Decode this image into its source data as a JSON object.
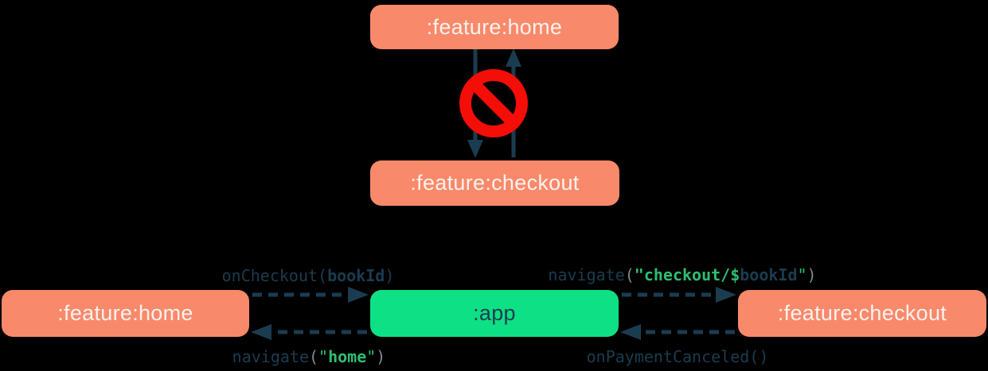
{
  "colors": {
    "background": "#000000",
    "node_salmon": "#F9896B",
    "node_green": "#0DE085",
    "navy": "#1B3C50",
    "code_green": "#2EBE71",
    "code_gray": "#82898C",
    "node_text_light": "#FCF2EC",
    "prohibit_red": "#F50D08"
  },
  "top_diagram": {
    "description": "forbidden direct dependency between feature modules",
    "icon": "no-entry",
    "nodes": [
      {
        "id": "feature-home",
        "label": ":feature:home"
      },
      {
        "id": "feature-checkout",
        "label": ":feature:checkout"
      }
    ],
    "edges": [
      {
        "from": "feature-home",
        "to": "feature-checkout",
        "style": "solid",
        "blocked": true
      },
      {
        "from": "feature-checkout",
        "to": "feature-home",
        "style": "solid",
        "blocked": true
      }
    ]
  },
  "bottom_diagram": {
    "description": "communication between feature modules through the app module",
    "nodes": [
      {
        "id": "feature-home",
        "label": ":feature:home"
      },
      {
        "id": "app",
        "label": ":app"
      },
      {
        "id": "feature-checkout",
        "label": ":feature:checkout"
      }
    ],
    "edges": [
      {
        "id": "home-to-app",
        "from": "feature-home",
        "to": "app",
        "style": "dashed",
        "label": "onCheckout(bookId)",
        "parts": [
          {
            "t": "onCheckout(",
            "c": "navy"
          },
          {
            "t": "bookId",
            "c": "navy",
            "b": true
          },
          {
            "t": ")",
            "c": "navy"
          }
        ]
      },
      {
        "id": "app-to-home",
        "from": "app",
        "to": "feature-home",
        "style": "dashed",
        "label": "navigate(\"home\")",
        "parts": [
          {
            "t": "navigate",
            "c": "navy"
          },
          {
            "t": "(",
            "c": "gray"
          },
          {
            "t": "\"",
            "c": "green"
          },
          {
            "t": "home",
            "c": "green",
            "b": true
          },
          {
            "t": "\"",
            "c": "green"
          },
          {
            "t": ")",
            "c": "gray"
          }
        ]
      },
      {
        "id": "app-to-checkout",
        "from": "app",
        "to": "feature-checkout",
        "style": "dashed",
        "label": "navigate(\"checkout/$bookId\")",
        "parts": [
          {
            "t": "navigate",
            "c": "navy"
          },
          {
            "t": "(",
            "c": "gray"
          },
          {
            "t": "\"checkout/$",
            "c": "green",
            "b": true
          },
          {
            "t": "bookId",
            "c": "navy",
            "b": true
          },
          {
            "t": "\"",
            "c": "green"
          },
          {
            "t": ")",
            "c": "gray"
          }
        ]
      },
      {
        "id": "checkout-to-app",
        "from": "feature-checkout",
        "to": "app",
        "style": "dashed",
        "label": "onPaymentCanceled()",
        "parts": [
          {
            "t": "onPaymentCanceled()",
            "c": "navy"
          }
        ]
      }
    ]
  }
}
